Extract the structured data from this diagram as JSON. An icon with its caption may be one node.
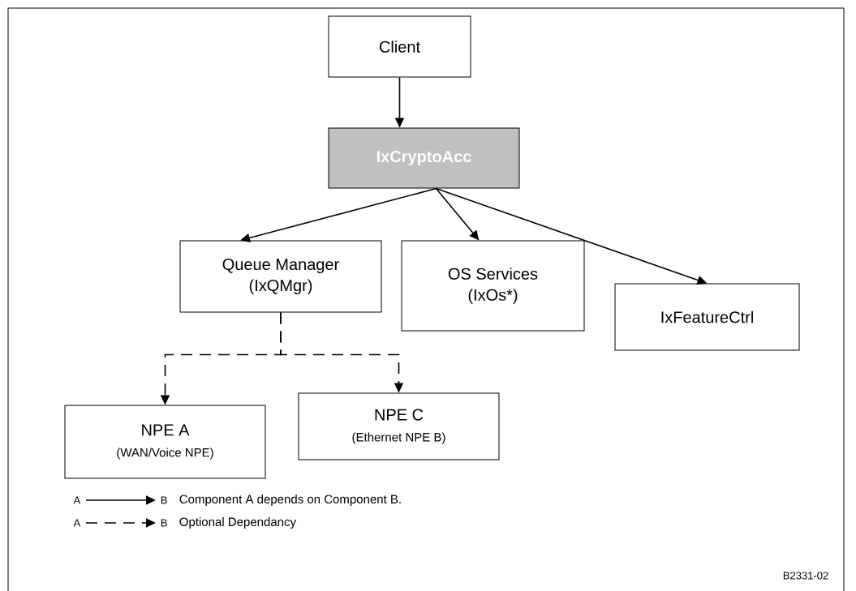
{
  "diagram": {
    "nodes": [
      {
        "text": [
          "Client"
        ]
      },
      {
        "text": [
          "IxCryptoAcc"
        ]
      },
      {
        "text": [
          "Queue Manager",
          "(IxQMgr)"
        ]
      },
      {
        "text": [
          "OS Services",
          "(IxOs*)"
        ]
      },
      {
        "text": [
          "IxFeatureCtrl"
        ]
      },
      {
        "text": [
          "NPE A",
          "(WAN/Voice NPE)"
        ]
      },
      {
        "text": [
          "NPE C",
          "(Ethernet NPE B)"
        ]
      }
    ],
    "edges": [
      {
        "from": 0,
        "to": 1,
        "arrow": "to"
      },
      {
        "from": 1,
        "to": 2,
        "arrow": "to"
      },
      {
        "from": 1,
        "to": 3,
        "arrow": "to"
      },
      {
        "from": 1,
        "to": 4,
        "arrow": "to"
      },
      {
        "from": 2,
        "to": 5,
        "arrow": "to",
        "style": "dashed"
      },
      {
        "from": 2,
        "to": 6,
        "arrow": "to",
        "style": "dashed"
      }
    ],
    "labels": [
      "A",
      "B",
      "A",
      "B",
      "B2331-02"
    ],
    "legend": [
      {
        "text": "Component A depends on Component B."
      },
      {
        "text": "Optional Dependancy"
      }
    ]
  }
}
